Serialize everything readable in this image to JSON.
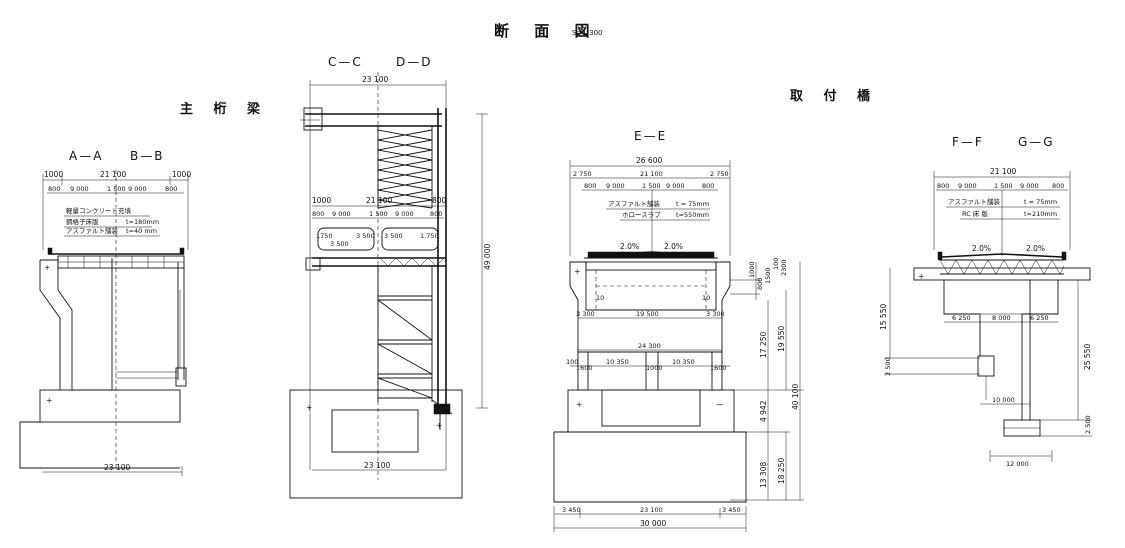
{
  "title": {
    "main": "断 面 図",
    "scale": "S=1:300"
  },
  "headings": {
    "main_girder": "主 桁 梁",
    "approach_bridge": "取 付 橋"
  },
  "sections": {
    "aa": {
      "label_left": "A—A",
      "label_right": "B—B",
      "dims_top_total": "21 100",
      "dims_top_edge_left": "1000",
      "dims_top_edge_right": "1000",
      "dims_lanes": [
        "800",
        "9 000",
        "1 500",
        "9 000",
        "800"
      ],
      "layers": [
        "軽量コンクリート充填",
        "鋼格子床版",
        "アスファルト舗装"
      ],
      "layer_values": [
        "",
        "t=180mm",
        "t=40 mm"
      ],
      "bottom_total": "23 100"
    },
    "cc": {
      "label_left": "C—C",
      "label_right": "D—D",
      "top_total": "23 100",
      "deck_total": "21 100",
      "deck_edge": "1000",
      "deck_edge_right": "800",
      "deck_lanes": [
        "800",
        "9 000",
        "1 500",
        "9 000",
        "800"
      ],
      "inner_lanes": [
        "1750",
        "3 500",
        "3 500",
        "3 500",
        "1 750"
      ],
      "height": "49 000",
      "bottom_total": "23 100"
    },
    "ee": {
      "label": "E—E",
      "top_total": "26 600",
      "top_row": [
        "2 750",
        "21 100",
        "2 750"
      ],
      "lanes": [
        "800",
        "9 000",
        "1 500",
        "9 000",
        "800"
      ],
      "layers": [
        "アスファルト舗装",
        "ホロースラブ"
      ],
      "layer_values": [
        "t = 75mm",
        "t=550mm"
      ],
      "slopes": [
        "2.0%",
        "2.0%"
      ],
      "right_dims_small": [
        "1000",
        "800",
        "1500",
        "100",
        "2300"
      ],
      "slope_marks": [
        "10",
        "10"
      ],
      "pier_top": [
        "3 300",
        "19 500",
        "3 300"
      ],
      "pier_width": "24 300",
      "cap_dims": [
        "100",
        "1600",
        "10 350",
        "1000",
        "10 350",
        "1600"
      ],
      "right_heights": [
        "17 250",
        "19 550",
        "40 100",
        "4 942",
        "13 308",
        "18 250"
      ],
      "bottom_row": [
        "3 450",
        "23 100",
        "3 450"
      ],
      "bottom_total": "30 000"
    },
    "ff": {
      "label_left": "F—F",
      "label_right": "G—G",
      "top_total": "21 100",
      "lanes": [
        "800",
        "9 000",
        "1 500",
        "9 000",
        "800"
      ],
      "layers": [
        "アスファルト舗装",
        "RC 床 版"
      ],
      "layer_values": [
        "t = 75mm",
        "t=210mm"
      ],
      "slopes": [
        "2.0%",
        "2.0%"
      ],
      "pier_row": [
        "6 250",
        "8 000",
        "6 250"
      ],
      "left_heights": [
        "15 550",
        "2 500"
      ],
      "right_heights": [
        "25 550",
        "2 500"
      ],
      "column_width": "10 000",
      "footing_width": "12 000"
    }
  }
}
